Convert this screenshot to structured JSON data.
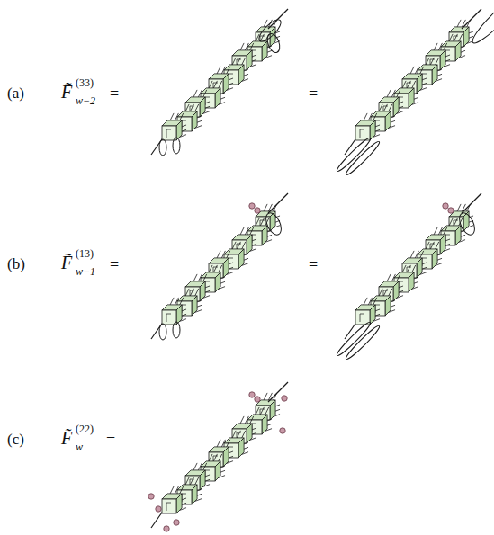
{
  "diagram": {
    "labels": [
      "(a)",
      "F̃",
      "(33)",
      "w−2",
      "=",
      "=",
      "(b)",
      "F̃",
      "(13)",
      "w−1",
      "=",
      "=",
      "(c)",
      "F̃",
      "(22)",
      "w",
      "="
    ]
  }
}
